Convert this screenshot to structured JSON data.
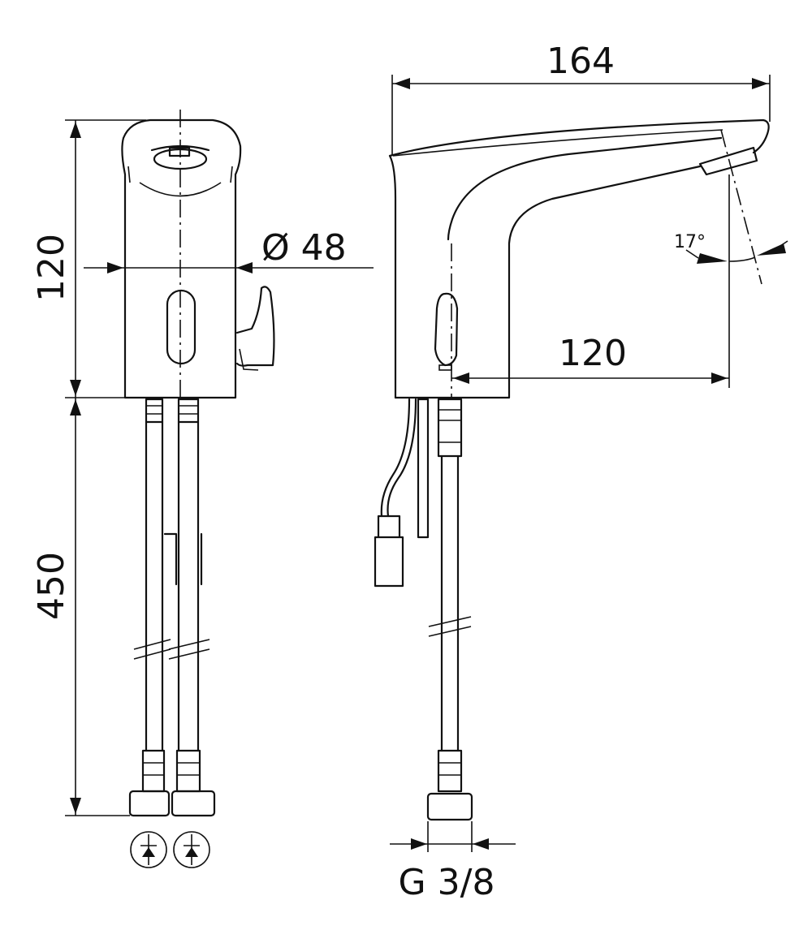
{
  "dimensions": {
    "overall_reach": "164",
    "body_height": "120",
    "body_diameter": "Ø 48",
    "spray_angle": "17°",
    "spout_reach": "120",
    "hose_length": "450",
    "thread": "G 3/8"
  },
  "icons": [
    "check-valve-icon",
    "check-valve-icon"
  ],
  "colors": {
    "line": "#111111",
    "background": "#ffffff"
  }
}
